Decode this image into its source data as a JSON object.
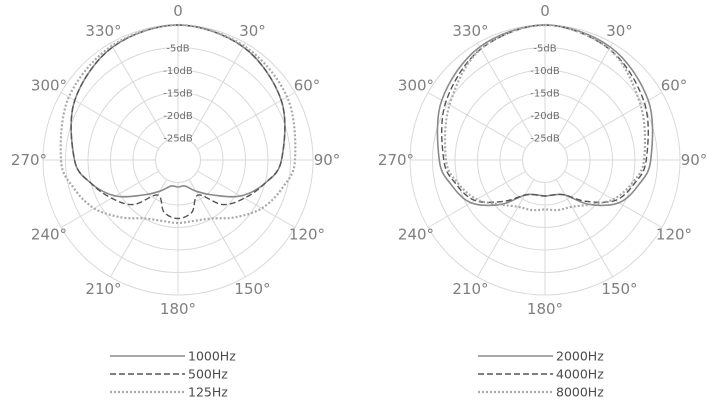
{
  "chart_data": [
    {
      "type": "polar-line",
      "title": "",
      "angle_unit": "degrees",
      "angle_labels": [
        "0",
        "30°",
        "60°",
        "90°",
        "120°",
        "150°",
        "180°",
        "210°",
        "240°",
        "270°",
        "300°",
        "330°"
      ],
      "ring_labels": [
        "-5dB",
        "-10dB",
        "-15dB",
        "-20dB",
        "-25dB"
      ],
      "rlim": [
        -30,
        0
      ],
      "grid": true,
      "legend_position": "bottom",
      "series": [
        {
          "name": "1000Hz",
          "color": "#8a8a8a",
          "line_style": "solid",
          "angles": [
            0,
            30,
            60,
            90,
            105,
            120,
            135,
            150,
            165,
            180,
            195,
            210,
            225,
            240,
            255,
            270,
            300,
            330
          ],
          "values": [
            0,
            -1,
            -3.5,
            -7,
            -10,
            -14,
            -19,
            -22,
            -24,
            -24,
            -24,
            -22,
            -19,
            -14,
            -10,
            -7,
            -3.5,
            -1
          ]
        },
        {
          "name": "500Hz",
          "color": "#555555",
          "line_style": "dashed",
          "angles": [
            0,
            30,
            60,
            90,
            105,
            120,
            135,
            150,
            165,
            180,
            195,
            210,
            225,
            240,
            255,
            270,
            300,
            330
          ],
          "values": [
            0,
            -1,
            -3.5,
            -7,
            -10,
            -13,
            -16,
            -21,
            -18,
            -17,
            -18,
            -21,
            -16,
            -13,
            -10,
            -7,
            -3.5,
            -1
          ]
        },
        {
          "name": "125Hz",
          "color": "#a9a9a9",
          "line_style": "dotted",
          "angles": [
            0,
            30,
            60,
            90,
            105,
            120,
            135,
            150,
            165,
            180,
            195,
            210,
            225,
            240,
            255,
            270,
            300,
            330
          ],
          "values": [
            0,
            -0.7,
            -2,
            -4,
            -6,
            -8.5,
            -12,
            -15,
            -16,
            -16,
            -16,
            -15,
            -12,
            -8.5,
            -6,
            -4,
            -2,
            -0.7
          ]
        }
      ]
    },
    {
      "type": "polar-line",
      "title": "",
      "angle_unit": "degrees",
      "angle_labels": [
        "0",
        "30°",
        "60°",
        "90°",
        "120°",
        "150°",
        "180°",
        "210°",
        "240°",
        "270°",
        "300°",
        "330°"
      ],
      "ring_labels": [
        "-5dB",
        "-10dB",
        "-15dB",
        "-20dB",
        "-25dB"
      ],
      "rlim": [
        -30,
        0
      ],
      "grid": true,
      "legend_position": "bottom",
      "series": [
        {
          "name": "2000Hz",
          "color": "#8a8a8a",
          "line_style": "solid",
          "angles": [
            0,
            30,
            60,
            90,
            105,
            120,
            135,
            150,
            165,
            180,
            195,
            210,
            225,
            240,
            255,
            270,
            300,
            330
          ],
          "values": [
            0,
            -1,
            -3.5,
            -6.5,
            -8.5,
            -11,
            -16,
            -21,
            -22,
            -22,
            -22,
            -21,
            -16,
            -11,
            -8.5,
            -6.5,
            -3.5,
            -1
          ]
        },
        {
          "name": "4000Hz",
          "color": "#555555",
          "line_style": "dashed",
          "angles": [
            0,
            30,
            60,
            90,
            105,
            120,
            135,
            150,
            165,
            180,
            195,
            210,
            225,
            240,
            255,
            270,
            300,
            330
          ],
          "values": [
            0,
            -1.5,
            -4.5,
            -7.5,
            -9.5,
            -12,
            -17,
            -21,
            -22,
            -22,
            -22,
            -21,
            -17,
            -12,
            -9.5,
            -7.5,
            -4.5,
            -1.5
          ]
        },
        {
          "name": "8000Hz",
          "color": "#a9a9a9",
          "line_style": "dotted",
          "angles": [
            0,
            30,
            60,
            90,
            105,
            120,
            135,
            150,
            165,
            180,
            195,
            210,
            225,
            240,
            255,
            270,
            300,
            330
          ],
          "values": [
            0,
            -1.5,
            -5.5,
            -8,
            -10,
            -12.5,
            -16,
            -18,
            -18.5,
            -19,
            -18.5,
            -18,
            -16,
            -12.5,
            -10,
            -8,
            -5.5,
            -1.5
          ]
        }
      ]
    }
  ]
}
